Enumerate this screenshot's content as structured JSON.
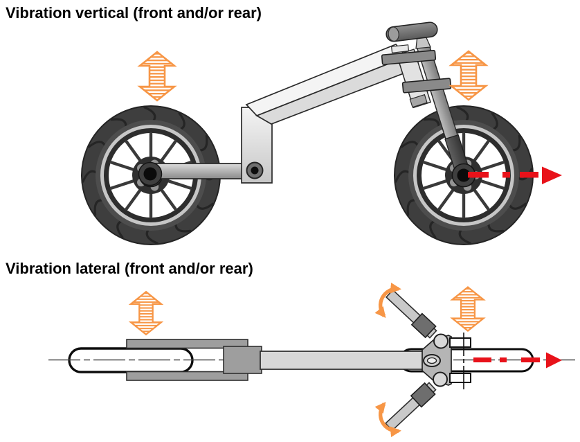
{
  "page": {
    "background": "#FFFFFF"
  },
  "sections": {
    "vertical": {
      "title": "Vibration vertical (front and/or rear)"
    },
    "lateral": {
      "title": "Vibration lateral (front and/or rear)"
    }
  },
  "colors": {
    "vibration_arrow_orange": "#F79646",
    "direction_arrow_red": "#E8121A",
    "title_text": "#000000",
    "outline_dark": "#1A1A1A"
  },
  "icons": {
    "vertical_vibration_arrow": "striped-up-down-double-arrow",
    "steering_rotation_arrow": "orange-curved-double-arrow",
    "travel_axis_arrow": "red-dash-dot-right-arrow"
  }
}
